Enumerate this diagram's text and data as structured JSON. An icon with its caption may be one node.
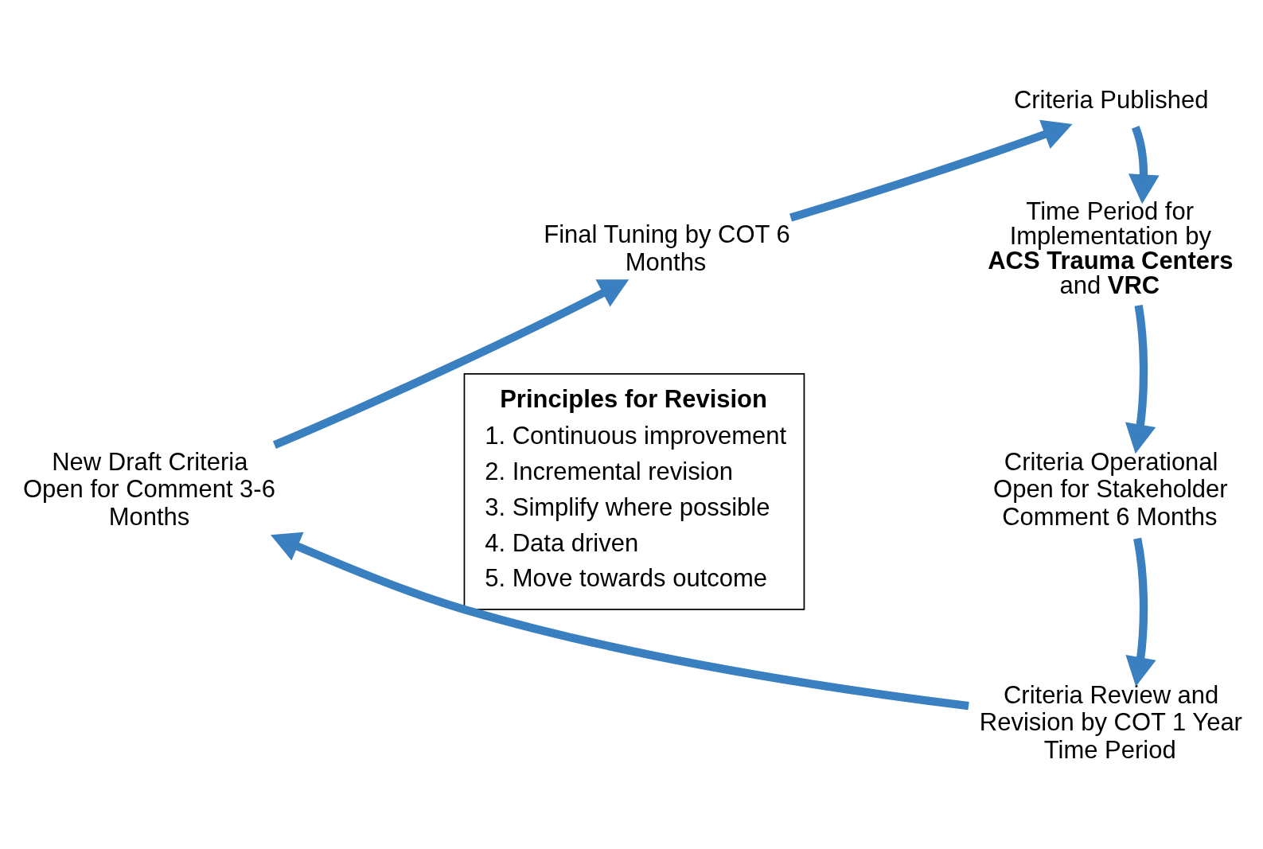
{
  "diagram": {
    "nodes": [
      {
        "text": [
          "Criteria Published"
        ]
      },
      {
        "text": [
          "Time Period for Implementation by **ACS Trauma Centers** and **VRC**"
        ]
      },
      {
        "text": [
          "Criteria Operational Open for Stakeholder Comment 6 Months"
        ]
      },
      {
        "text": [
          "Criteria Review and Revision by COT 1 Year Time Period"
        ]
      },
      {
        "text": [
          "New Draft Criteria Open for Comment 3-6 Months"
        ]
      },
      {
        "text": [
          "Final Tuning by COT 6 Months"
        ]
      },
      {
        "text": [
          "Principles for Revision",
          "1. Continuous improvement",
          "2. Incremental revision",
          "3. Simplify where possible",
          "4. Data driven",
          "5. Move towards outcome"
        ]
      }
    ],
    "edges": [
      {
        "from": 0,
        "to": 1,
        "arrow": "to"
      },
      {
        "from": 1,
        "to": 2,
        "arrow": "to"
      },
      {
        "from": 2,
        "to": 3,
        "arrow": "to"
      },
      {
        "from": 3,
        "to": 4,
        "arrow": "to"
      },
      {
        "from": 4,
        "to": 5,
        "arrow": "to"
      },
      {
        "from": 5,
        "to": 0,
        "arrow": "to"
      }
    ]
  }
}
